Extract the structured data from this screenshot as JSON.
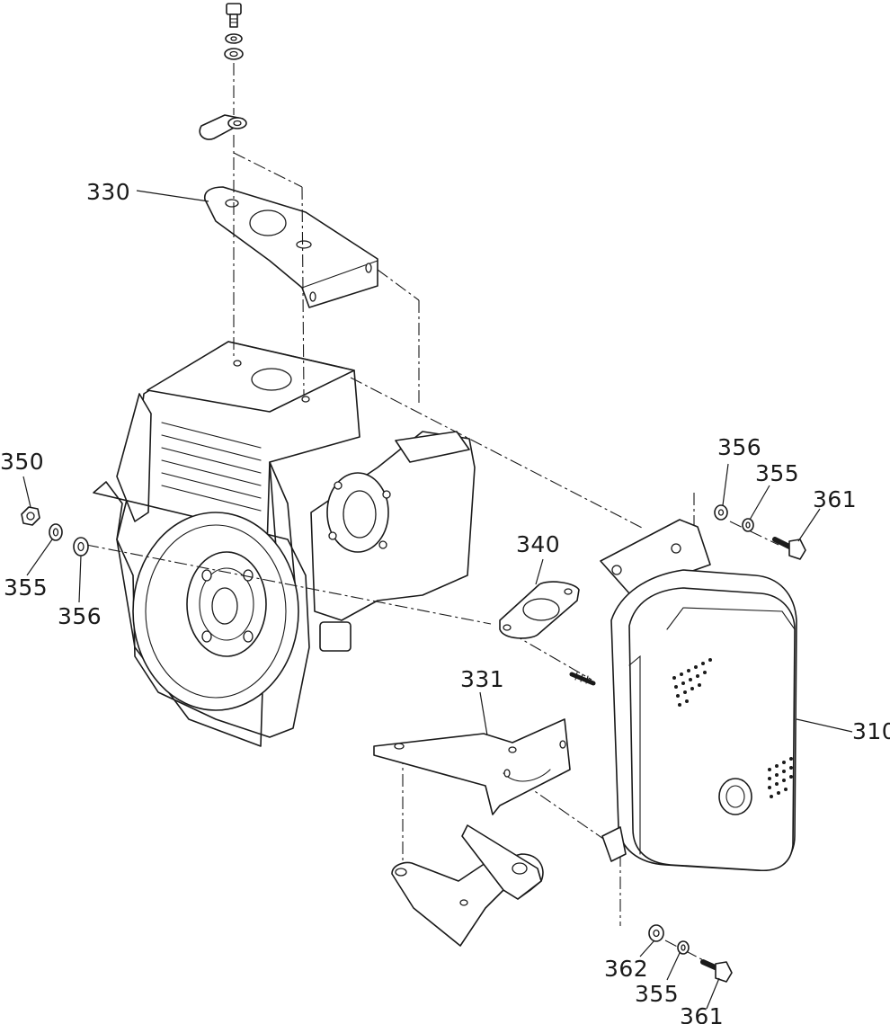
{
  "labels": {
    "l330": "330",
    "l350": "350",
    "l355_left": "355",
    "l356_left": "356",
    "l356_right": "356",
    "l355_right": "355",
    "l361_right": "361",
    "l340": "340",
    "l331": "331",
    "l310": "310",
    "l362": "362",
    "l355_bottom": "355",
    "l361_bottom": "361"
  }
}
